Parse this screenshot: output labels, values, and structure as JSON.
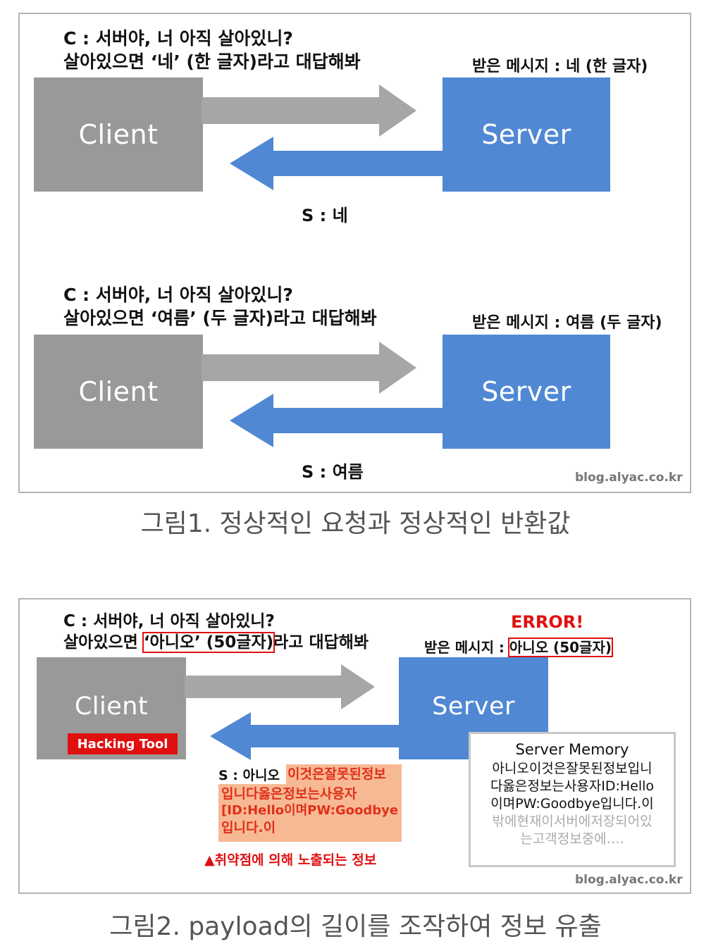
{
  "panel1": {
    "question_line1": "C : 서버야, 너 아직 살아있니?",
    "question_line2": "살아있으면 ‘네’ (한 글자)라고 대답해봐",
    "received": "받은 메시지 : 네 (한 글자)",
    "client_label": "Client",
    "server_label": "Server",
    "reply": "S : 네"
  },
  "panel1b": {
    "question_line1": "C : 서버야, 너 아직 살아있니?",
    "question_line2": "살아있으면 ‘여름’ (두 글자)라고 대답해봐",
    "received": "받은 메시지 : 여름 (두 글자)",
    "client_label": "Client",
    "server_label": "Server",
    "reply": "S : 여름",
    "credit": "blog.alyac.co.kr"
  },
  "caption1": "그림1. 정상적인 요청과 정상적인 반환값",
  "panel2": {
    "question_line1": "C : 서버야, 너 아직 살아있니?",
    "question_line2_prefix": "살아있으면 ",
    "question_line2_boxed": "‘아니오’ (50글자)",
    "question_line2_suffix": "라고 대답해봐",
    "error": "ERROR!",
    "received_prefix": "받은 메시지 : ",
    "received_boxed": "아니오 (50글자)",
    "client_label": "Client",
    "hacking_tool": "Hacking Tool",
    "server_label": "Server",
    "reply_prefix": "S : 아니오",
    "reply_leak_1": "이것은잘못된정보",
    "reply_leak_2": "입니다옳은정보는사용자",
    "reply_leak_3": "[ID:Hello이며PW:Goodbye",
    "reply_leak_4": "입니다.이",
    "vuln_note": "▲취약점에 의해 노출되는 정보",
    "memory_title": "Server Memory",
    "memory_line1": "아니오이것은잘못된정보입니",
    "memory_line2": "다옳은정보는사용자ID:Hello",
    "memory_line3": "이며PW:Goodbye입니다.이",
    "memory_line4": "밖에현재이서버에저장되어있",
    "memory_line5": "는고객정보중에….",
    "credit": "blog.alyac.co.kr"
  },
  "caption2": "그림2. payload의 길이를 조작하여 정보 유출",
  "colors": {
    "client": "#999999",
    "server": "#5088d4",
    "arrow_right": "#a6a6a6",
    "arrow_left": "#5088d4",
    "alert_red": "#e01010",
    "leak_highlight": "#f7b994"
  }
}
